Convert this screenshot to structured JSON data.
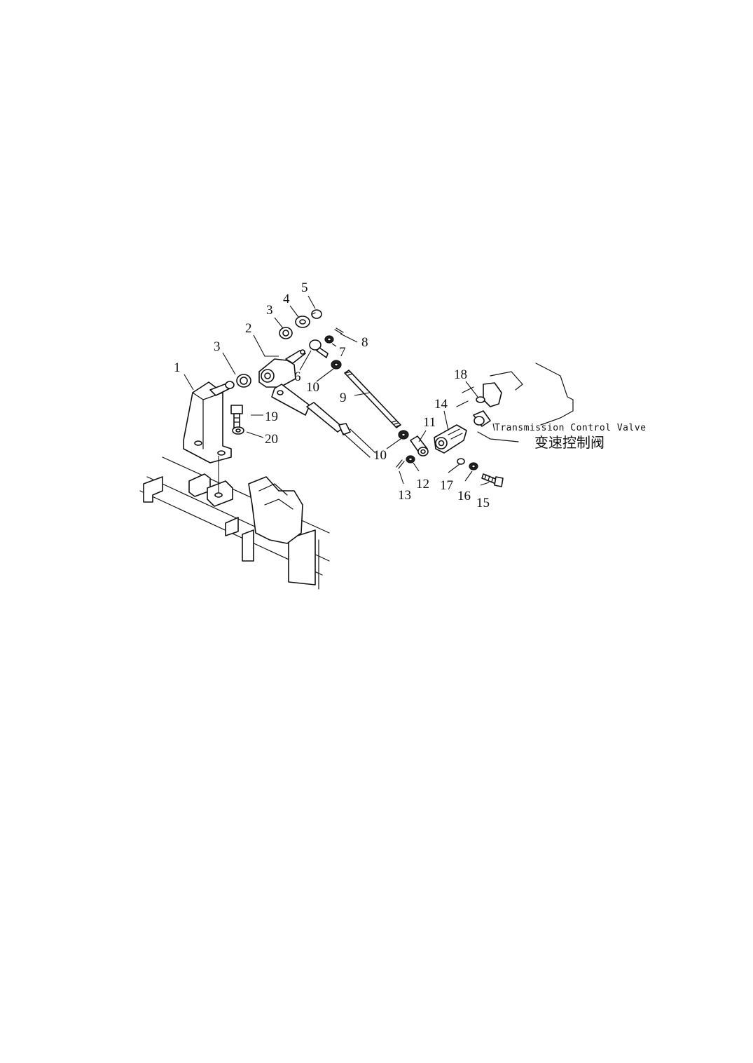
{
  "callouts": {
    "c1": "1",
    "c2": "2",
    "c3a": "3",
    "c3b": "3",
    "c4": "4",
    "c5": "5",
    "c6": "6",
    "c7": "7",
    "c8": "8",
    "c9": "9",
    "c10a": "10",
    "c10b": "10",
    "c11": "11",
    "c12": "12",
    "c13": "13",
    "c14": "14",
    "c15": "15",
    "c16": "16",
    "c17": "17",
    "c18": "18",
    "c19": "19",
    "c20": "20"
  },
  "valve_label": {
    "english": "Transmission Control Valve",
    "chinese": "变速控制阀"
  }
}
